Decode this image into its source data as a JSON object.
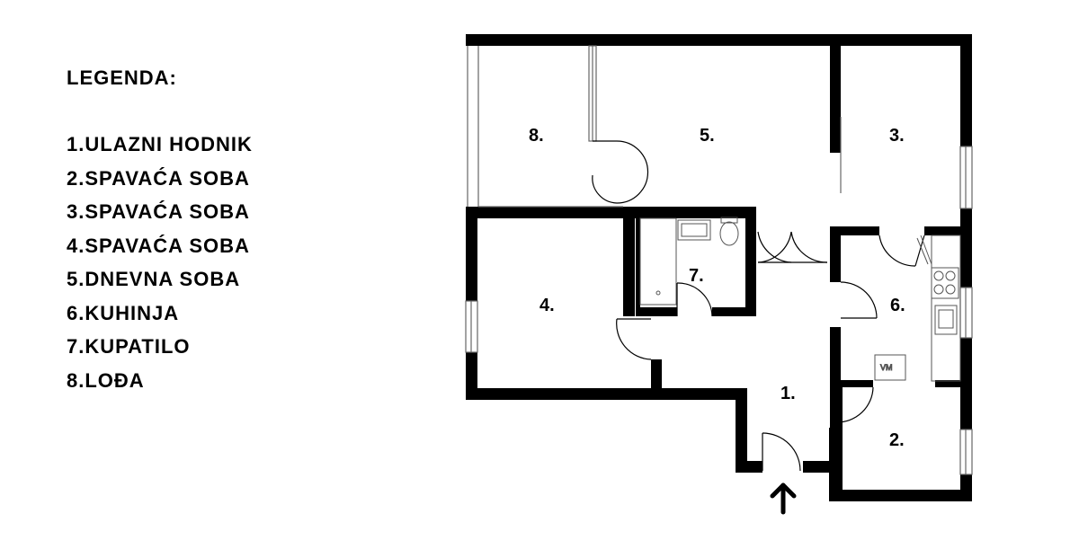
{
  "legend": {
    "title": "LEGENDA:",
    "items": [
      "1.ULAZNI HODNIK",
      "2.SPAVAĆA SOBA",
      "3.SPAVAĆA SOBA",
      "4.SPAVAĆA SOBA",
      "5.DNEVNA SOBA",
      "6.KUHINJA",
      "7.KUPATILO",
      "8.LOĐA"
    ]
  },
  "rooms": {
    "r1": "1.",
    "r2": "2.",
    "r3": "3.",
    "r4": "4.",
    "r5": "5.",
    "r6": "6.",
    "r7": "7.",
    "r8": "8."
  },
  "fixtures": {
    "washing_machine": "VM"
  },
  "colors": {
    "wall": "#000000",
    "background": "#ffffff",
    "thin_line": "#666666"
  },
  "icons": {
    "entrance": "entrance-arrow-icon"
  }
}
